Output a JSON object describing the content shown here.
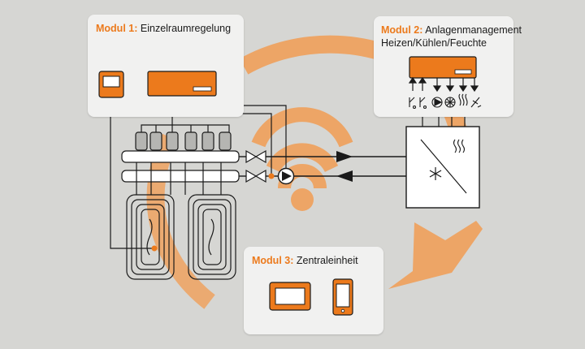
{
  "modules": [
    {
      "label": "Modul 1:",
      "text": "Einzelraumregelung"
    },
    {
      "label": "Modul 2:",
      "text": "Anlagenmanagement",
      "text2": "Heizen/Kühlen/Feuchte"
    },
    {
      "label": "Modul 3:",
      "text": "Zentraleinheit"
    }
  ],
  "colors": {
    "accent": "#ec7a1c",
    "wave": "#eda566",
    "background": "#d6d6d3",
    "panel": "#f1f1f0",
    "line": "#1a1a1a"
  },
  "icons": {
    "room_controller": "thermostat-icon",
    "central_panel": "touch-panel-icon",
    "smartphone": "smartphone-icon",
    "wireless": "wifi-icon",
    "pump": "pump-icon",
    "valves": "valve-icon",
    "heat_pump": "heat-pump-icon",
    "outputs": [
      "relay-icon",
      "relay-icon",
      "pump-icon",
      "fan-icon",
      "heating-icon",
      "cooling-icon"
    ]
  }
}
